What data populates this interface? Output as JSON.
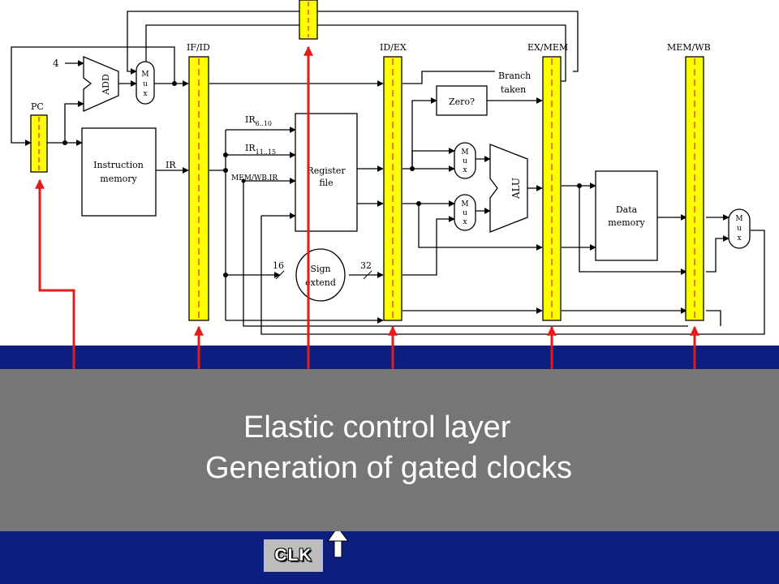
{
  "colors": {
    "background": "#ffffff",
    "band_navy": "#0d1f7e",
    "panel_gray": "#767676",
    "register_yellow": "#ffff00",
    "register_dash": "#e0282a",
    "clock_red": "#e51b1b",
    "wire": "#000000",
    "clk_box": "#bdbdbd"
  },
  "pipeline_registers": {
    "pc": "PC",
    "if_id": "IF/ID",
    "id_ex": "ID/EX",
    "ex_mem": "EX/MEM",
    "mem_wb": "MEM/WB"
  },
  "blocks": {
    "add": "ADD",
    "alu": "ALU",
    "mux": [
      "M",
      "u",
      "x"
    ],
    "instruction_memory": [
      "Instruction",
      "memory"
    ],
    "register_file": [
      "Register",
      "file"
    ],
    "sign_extend": [
      "Sign",
      "extend"
    ],
    "zero": "Zero?",
    "data_memory": [
      "Data",
      "memory"
    ]
  },
  "signals": {
    "constant_four": "4",
    "ir": "IR",
    "ir_6_10": {
      "base": "IR",
      "sub": "6..10"
    },
    "ir_11_15": {
      "base": "IR",
      "sub": "11..15"
    },
    "mem_wb_ir": "MEM/WB.IR",
    "width_16": "16",
    "width_32": "32",
    "branch_taken": [
      "Branch",
      "taken"
    ]
  },
  "overlay": {
    "line1": "Elastic control layer",
    "line2": "Generation of gated clocks"
  },
  "clk_label": "CLK"
}
